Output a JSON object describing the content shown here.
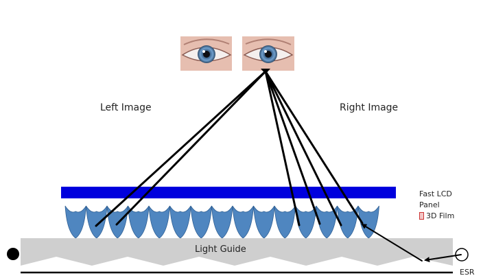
{
  "labels": {
    "left_image": "Left Image",
    "right_image": "Right Image",
    "lcd_line1": "Fast LCD",
    "lcd_line2": "Panel",
    "film": "3D Film",
    "light_guide": "Light Guide",
    "esr": "ESR"
  },
  "colors": {
    "lcd_panel": "#0000dd",
    "lens": "#4f86c0",
    "light_guide": "#cfcfcf",
    "ray": "#000000",
    "iris": "#5a8ec4",
    "skin": "#e9c3b5"
  },
  "icons": {
    "eyes": "eye-icon",
    "left_source": "filled-circle-icon",
    "right_source": "hollow-circle-icon"
  }
}
